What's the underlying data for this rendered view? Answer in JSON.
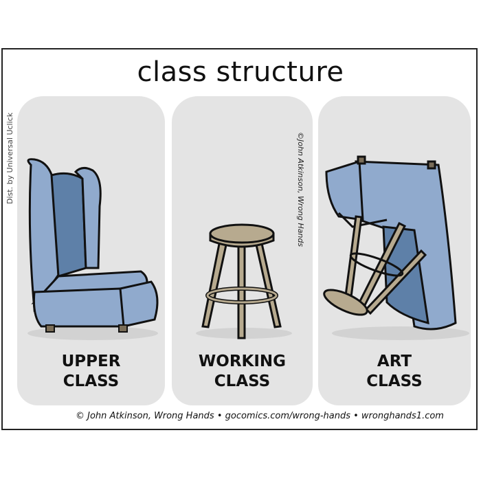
{
  "title": "class structure",
  "distributor": "Dist. by Universal Uclick",
  "vertical_credit": "©John Atkinson, Wrong Hands",
  "panels": [
    {
      "label_line1": "UPPER",
      "label_line2": "CLASS"
    },
    {
      "label_line1": "WORKING",
      "label_line2": "CLASS"
    },
    {
      "label_line1": "ART",
      "label_line2": "CLASS"
    }
  ],
  "footer": "© John Atkinson, Wrong Hands • gocomics.com/wrong-hands • wronghands1.com",
  "colors": {
    "panel": "#e4e4e4",
    "chair_light": "#90aacd",
    "chair_dark": "#5e80a8",
    "stool": "#b7aa8f"
  }
}
